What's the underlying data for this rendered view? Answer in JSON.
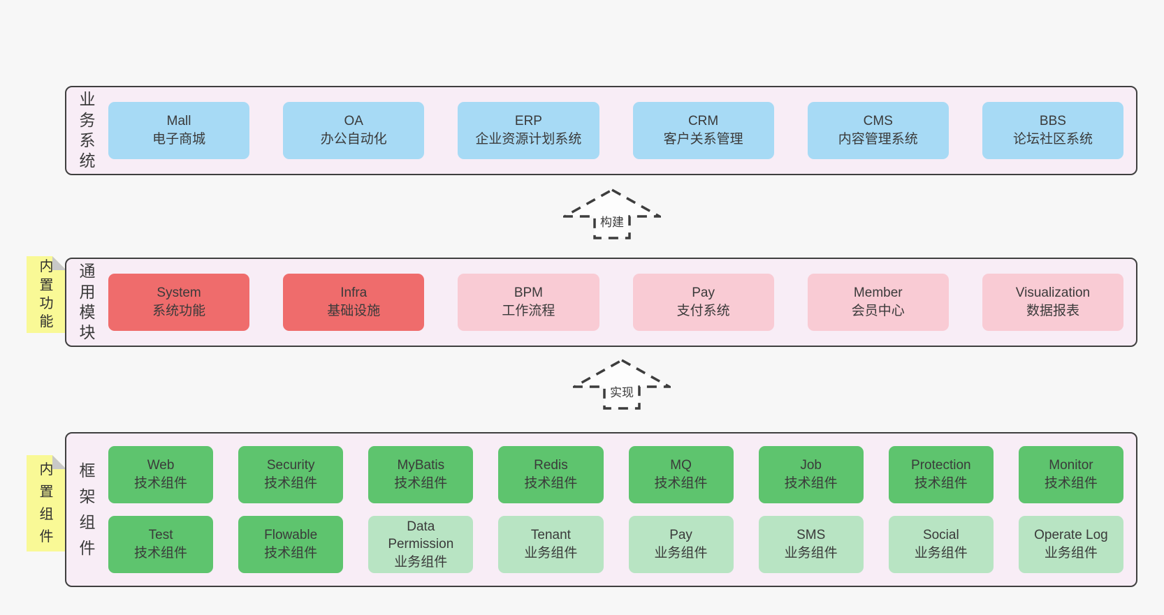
{
  "colors": {
    "page_bg": "#f7f7f7",
    "panel_bg": "#f8edf6",
    "panel_border": "#3f3f3f",
    "blue_box": "#a7daf5",
    "red_box": "#ef6c6c",
    "pink_box": "#f9cbd4",
    "green_dark_box": "#5ec46e",
    "green_light_box": "#b8e4c3",
    "sticky_yellow": "#f9f996",
    "sticky_fold": "#c8c8c8",
    "text": "#3a3a3a"
  },
  "arrows": [
    {
      "label": "构建"
    },
    {
      "label": "实现"
    }
  ],
  "layers": {
    "business": {
      "label": "业务系统",
      "boxes": [
        {
          "name": "Mall",
          "desc": "电子商城",
          "variant": "blue"
        },
        {
          "name": "OA",
          "desc": "办公自动化",
          "variant": "blue"
        },
        {
          "name": "ERP",
          "desc": "企业资源计划系统",
          "variant": "blue"
        },
        {
          "name": "CRM",
          "desc": "客户关系管理",
          "variant": "blue"
        },
        {
          "name": "CMS",
          "desc": "内容管理系统",
          "variant": "blue"
        },
        {
          "name": "BBS",
          "desc": "论坛社区系统",
          "variant": "blue"
        }
      ]
    },
    "modules": {
      "label": "通用模块",
      "sticky": "内置功能",
      "boxes": [
        {
          "name": "System",
          "desc": "系统功能",
          "variant": "red"
        },
        {
          "name": "Infra",
          "desc": "基础设施",
          "variant": "red"
        },
        {
          "name": "BPM",
          "desc": "工作流程",
          "variant": "pink"
        },
        {
          "name": "Pay",
          "desc": "支付系统",
          "variant": "pink"
        },
        {
          "name": "Member",
          "desc": "会员中心",
          "variant": "pink"
        },
        {
          "name": "Visualization",
          "desc": "数据报表",
          "variant": "pink"
        }
      ]
    },
    "framework": {
      "label": "框架组件",
      "sticky": "内置组件",
      "rows": [
        [
          {
            "name": "Web",
            "desc": "技术组件",
            "variant": "green-dark"
          },
          {
            "name": "Security",
            "desc": "技术组件",
            "variant": "green-dark"
          },
          {
            "name": "MyBatis",
            "desc": "技术组件",
            "variant": "green-dark"
          },
          {
            "name": "Redis",
            "desc": "技术组件",
            "variant": "green-dark"
          },
          {
            "name": "MQ",
            "desc": "技术组件",
            "variant": "green-dark"
          },
          {
            "name": "Job",
            "desc": "技术组件",
            "variant": "green-dark"
          },
          {
            "name": "Protection",
            "desc": "技术组件",
            "variant": "green-dark"
          },
          {
            "name": "Monitor",
            "desc": "技术组件",
            "variant": "green-dark"
          }
        ],
        [
          {
            "name": "Test",
            "desc": "技术组件",
            "variant": "green-dark"
          },
          {
            "name": "Flowable",
            "desc": "技术组件",
            "variant": "green-dark"
          },
          {
            "name": "Data Permission",
            "desc": "业务组件",
            "variant": "green-light"
          },
          {
            "name": "Tenant",
            "desc": "业务组件",
            "variant": "green-light"
          },
          {
            "name": "Pay",
            "desc": "业务组件",
            "variant": "green-light"
          },
          {
            "name": "SMS",
            "desc": "业务组件",
            "variant": "green-light"
          },
          {
            "name": "Social",
            "desc": "业务组件",
            "variant": "green-light"
          },
          {
            "name": "Operate Log",
            "desc": "业务组件",
            "variant": "green-light"
          }
        ]
      ]
    }
  }
}
